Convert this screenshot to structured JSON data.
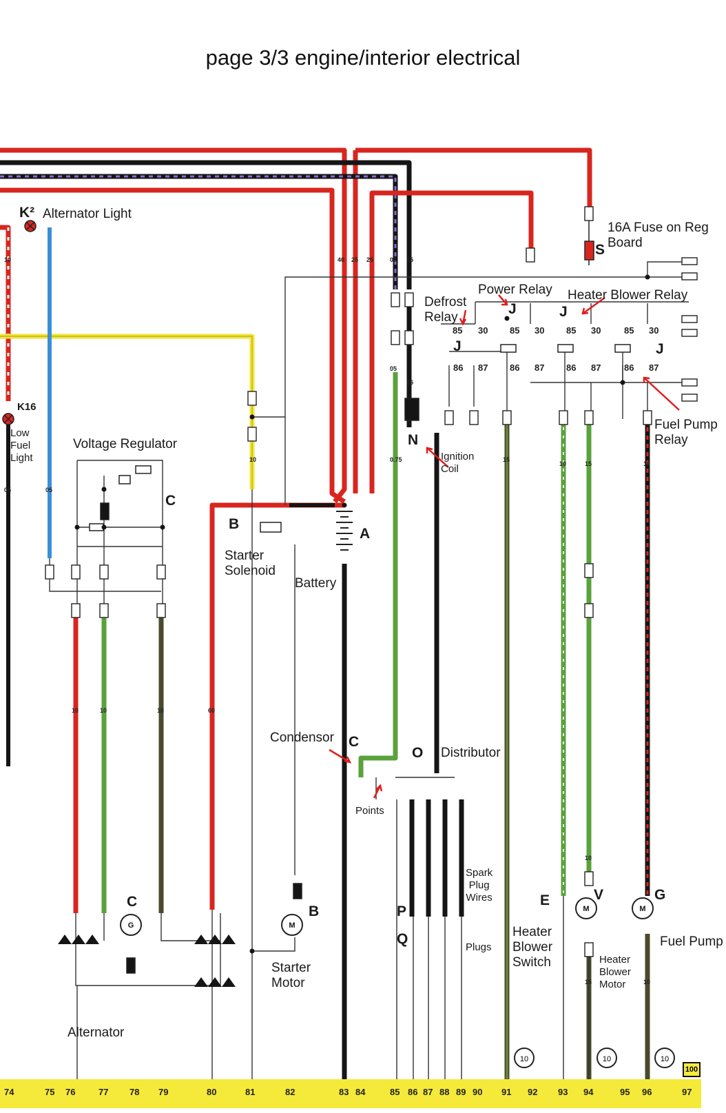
{
  "title": "page 3/3 engine/interior electrical",
  "labels": {
    "alternator_light": "Alternator Light",
    "k2": "K²",
    "k16": "K16",
    "low_fuel_light": "Low\nFuel\nLight",
    "voltage_regulator": "Voltage Regulator",
    "fuse_16a": "16A Fuse on Reg\nBoard",
    "s13": "S",
    "power_relay": "Power Relay",
    "defrost_relay": "Defrost\nRelay",
    "heater_blower_relay": "Heater Blower Relay",
    "fuel_pump_relay": "Fuel Pump\nRelay",
    "ignition_coil": "Ignition\nCoil",
    "n": "N",
    "starter_solenoid": "Starter\nSolenoid",
    "battery": "Battery",
    "a": "A",
    "b_solenoid": "B",
    "condensor": "Condensor",
    "c6": "C",
    "o": "O",
    "distributor": "Distributor",
    "points": "Points",
    "spark_plug_wires": "Spark\nPlug\nWires",
    "plugs": "Plugs",
    "p": "P",
    "q": "Q",
    "c_alt": "C",
    "c2": "C",
    "alternator": "Alternator",
    "b_motor": "B",
    "starter_motor": "Starter\nMotor",
    "heater_blower_switch": "Heater\nBlower\nSwitch",
    "e16": "E",
    "v4": "V",
    "heater_blower_motor": "Heater\nBlower\nMotor",
    "g6": "G",
    "fuel_pump": "Fuel Pump",
    "j16": "J",
    "j14": "J",
    "j9": "J",
    "j17": "J"
  },
  "terminals": [
    "85",
    "30",
    "86",
    "87",
    "85",
    "30",
    "86",
    "87",
    "85",
    "30",
    "86",
    "87",
    "85",
    "30",
    "86",
    "87"
  ],
  "wire_gauges": [
    "10",
    "40",
    "25",
    "25",
    "05",
    "15",
    "05",
    "05",
    "15",
    "0.75",
    "10",
    "05",
    "10",
    "10",
    "10",
    "60",
    "15",
    "10",
    "15",
    "10",
    "10",
    "10",
    "15"
  ],
  "ground_circles": [
    "10",
    "10",
    "10"
  ],
  "bottom_numbers": [
    "74",
    "75",
    "76",
    "77",
    "78",
    "79",
    "80",
    "81",
    "82",
    "83",
    "84",
    "85",
    "86",
    "87",
    "88",
    "89",
    "90",
    "91",
    "92",
    "93",
    "94",
    "95",
    "96",
    "97"
  ],
  "page_box": "100",
  "colors": {
    "red": "#d8261f",
    "black": "#151515",
    "green": "#5aa23c",
    "dark_olive": "#4a4a2c",
    "blue": "#3b8fd6",
    "yellow": "#f1e534",
    "violet": "#8a6bd1",
    "ground_bar": "#f5ea3a"
  }
}
